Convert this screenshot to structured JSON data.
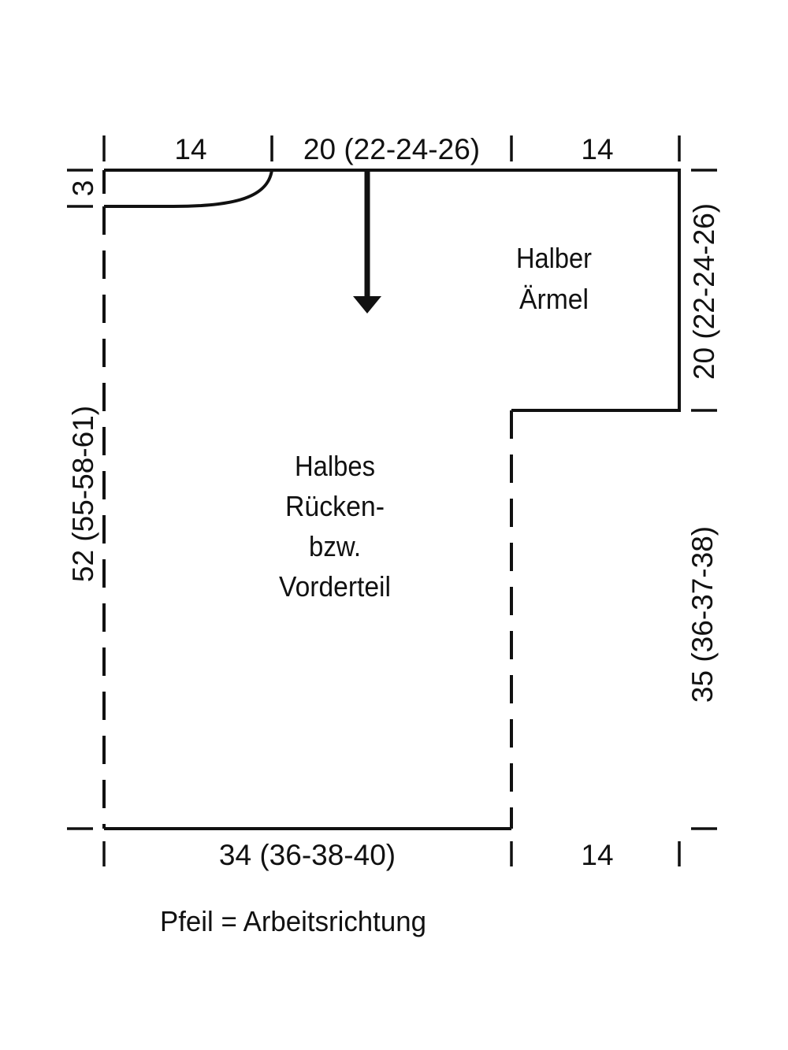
{
  "dimensions": {
    "top_left": "14",
    "top_middle": "20 (22-24-26)",
    "top_right": "14",
    "neck_depth": "3",
    "body_length": "52 (55-58-61)",
    "sleeve_height": "20 (22-24-26)",
    "side_length": "35 (36-37-38)",
    "bottom_body": "34 (36-38-40)",
    "bottom_sleeve": "14"
  },
  "labels": {
    "sleeve": [
      "Halber",
      "Ärmel"
    ],
    "body": [
      "Halbes",
      "Rücken-",
      "bzw.",
      "Vorderteil"
    ]
  },
  "legend": "Pfeil = Arbeitsrichtung"
}
